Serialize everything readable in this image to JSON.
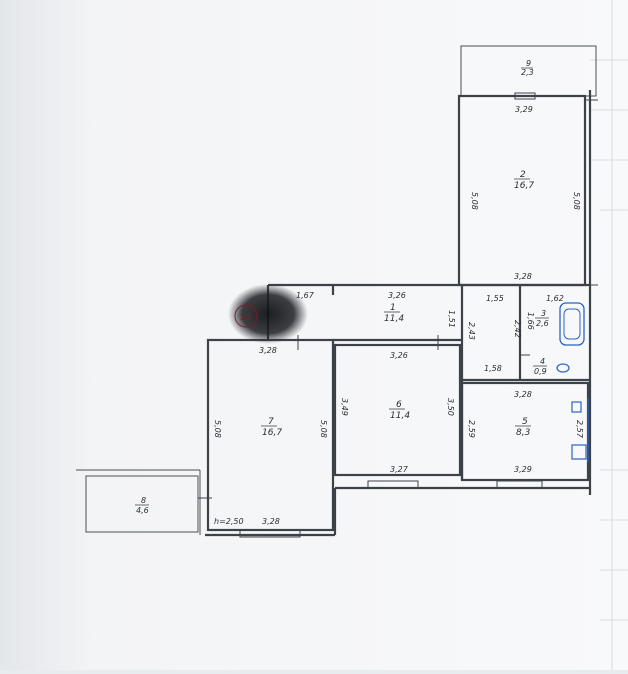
{
  "plan": {
    "rooms": [
      {
        "id": "1",
        "area": "11,4"
      },
      {
        "id": "2",
        "area": "16,7"
      },
      {
        "id": "3",
        "area": "2,6"
      },
      {
        "id": "4",
        "area": "0,9"
      },
      {
        "id": "5",
        "area": "8,3"
      },
      {
        "id": "6",
        "area": "11,4"
      },
      {
        "id": "7",
        "area": "16,7"
      },
      {
        "id": "8",
        "area": "4,6"
      },
      {
        "id": "9",
        "area": "2,3"
      }
    ],
    "dimensions": {
      "balcony_top": "3,29",
      "room2_left": "5,08",
      "room2_right": "5,08",
      "room2_bottom": "3,28",
      "corridor_left": "1,67",
      "corridor_mid": "3,26",
      "corridor_height": "1,51",
      "hall_top": "1,55",
      "hall_side": "2,43",
      "bath_top": "1,62",
      "bath_side": "1,66",
      "bath_inner": "2,42",
      "wc_width": "1,58",
      "room5_top": "3,28",
      "room5_left": "2,59",
      "room5_right": "2,57",
      "room5_bottom": "3,29",
      "room6_top": "3,26",
      "room6_left": "3,49",
      "room6_right": "3,50",
      "room6_bottom": "3,27",
      "room7_top": "3,28",
      "room7_left": "5,08",
      "room7_right": "5,08",
      "room7_bottom": "3,28"
    },
    "ceiling_height": "h=2,50",
    "stamp_text": "14"
  },
  "colors": {
    "paper": "#f7f8f9",
    "wall": "#3d4249",
    "stamp": "#1a1c20",
    "stamp_ink": "#1e3a8a",
    "fixture": "#2b63c4"
  }
}
